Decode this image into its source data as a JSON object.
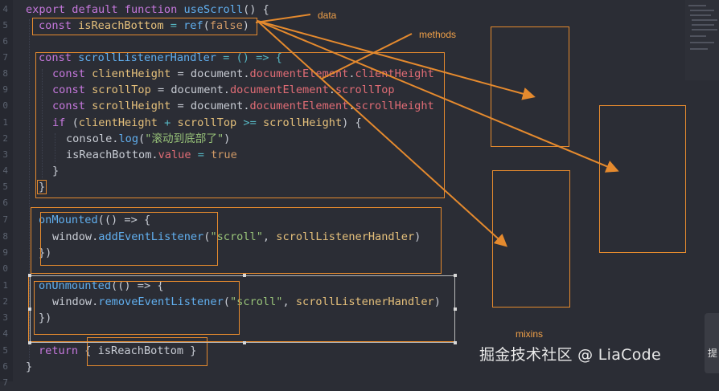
{
  "editor": {
    "line_numbers": [
      "4",
      "5",
      "6",
      "7",
      "8",
      "9",
      "0",
      "1",
      "2",
      "3",
      "4",
      "5",
      "6",
      "7",
      "8",
      "9",
      "0",
      "1",
      "2",
      "3",
      "4",
      "5",
      "6",
      "7"
    ],
    "lines": {
      "l1": {
        "a": "export",
        "b": "default",
        "c": "function",
        "d": "useScroll",
        "e": "() {"
      },
      "l2": {
        "a": "const",
        "b": "isReachBottom",
        "c": "=",
        "d": "ref",
        "e": "(",
        "f": "false",
        "g": ")"
      },
      "l4": {
        "a": "const",
        "b": "scrollListenerHandler",
        "c": "= () => {"
      },
      "l5": {
        "a": "const",
        "b": "clientHeight",
        "c": "= document.",
        "d": "documentElement",
        "e": ".",
        "f": "clientHeight"
      },
      "l6": {
        "a": "const",
        "b": "scrollTop",
        "c": "= document.",
        "d": "documentElement",
        "e": ".",
        "f": "scrollTop"
      },
      "l7": {
        "a": "const",
        "b": "scrollHeight",
        "c": "= document.",
        "d": "documentElement",
        "e": ".",
        "f": "scrollHeight"
      },
      "l8": {
        "a": "if",
        "b": "(",
        "c": "clientHeight",
        "d": "+",
        "e": "scrollTop",
        "f": ">=",
        "g": "scrollHeight",
        "h": ") {"
      },
      "l9": {
        "a": "console.",
        "b": "log",
        "c": "(",
        "d": "\"滚动到底部了\"",
        "e": ")"
      },
      "l10": {
        "a": "isReachBottom.",
        "b": "value",
        "c": "=",
        "d": "true"
      },
      "l11": "}",
      "l12": "}",
      "l14": {
        "a": "onMounted",
        "b": "(() => {"
      },
      "l15": {
        "a": "window.",
        "b": "addEventListener",
        "c": "(",
        "d": "\"scroll\"",
        ",": ", ",
        "e": "scrollListenerHandler",
        "f": ")"
      },
      "l16": "})",
      "l18": {
        "a": "onUnmounted",
        "b": "(() => {"
      },
      "l19": {
        "a": "window.",
        "b": "removeEventListener",
        "c": "(",
        "d": "\"scroll\"",
        ",": ", ",
        "e": "scrollListenerHandler",
        "f": ")"
      },
      "l20": "})",
      "l22": {
        "a": "return",
        "b": "{ isReachBottom }"
      },
      "l23": "}"
    }
  },
  "annotations": {
    "data": "data",
    "methods": "methods",
    "mixins": "mixins"
  },
  "watermark": "掘金技术社区 @ LiaCode",
  "edge_tab_text": "提",
  "colors": {
    "annotation": "#e58a2e",
    "background": "#2b2d35"
  }
}
